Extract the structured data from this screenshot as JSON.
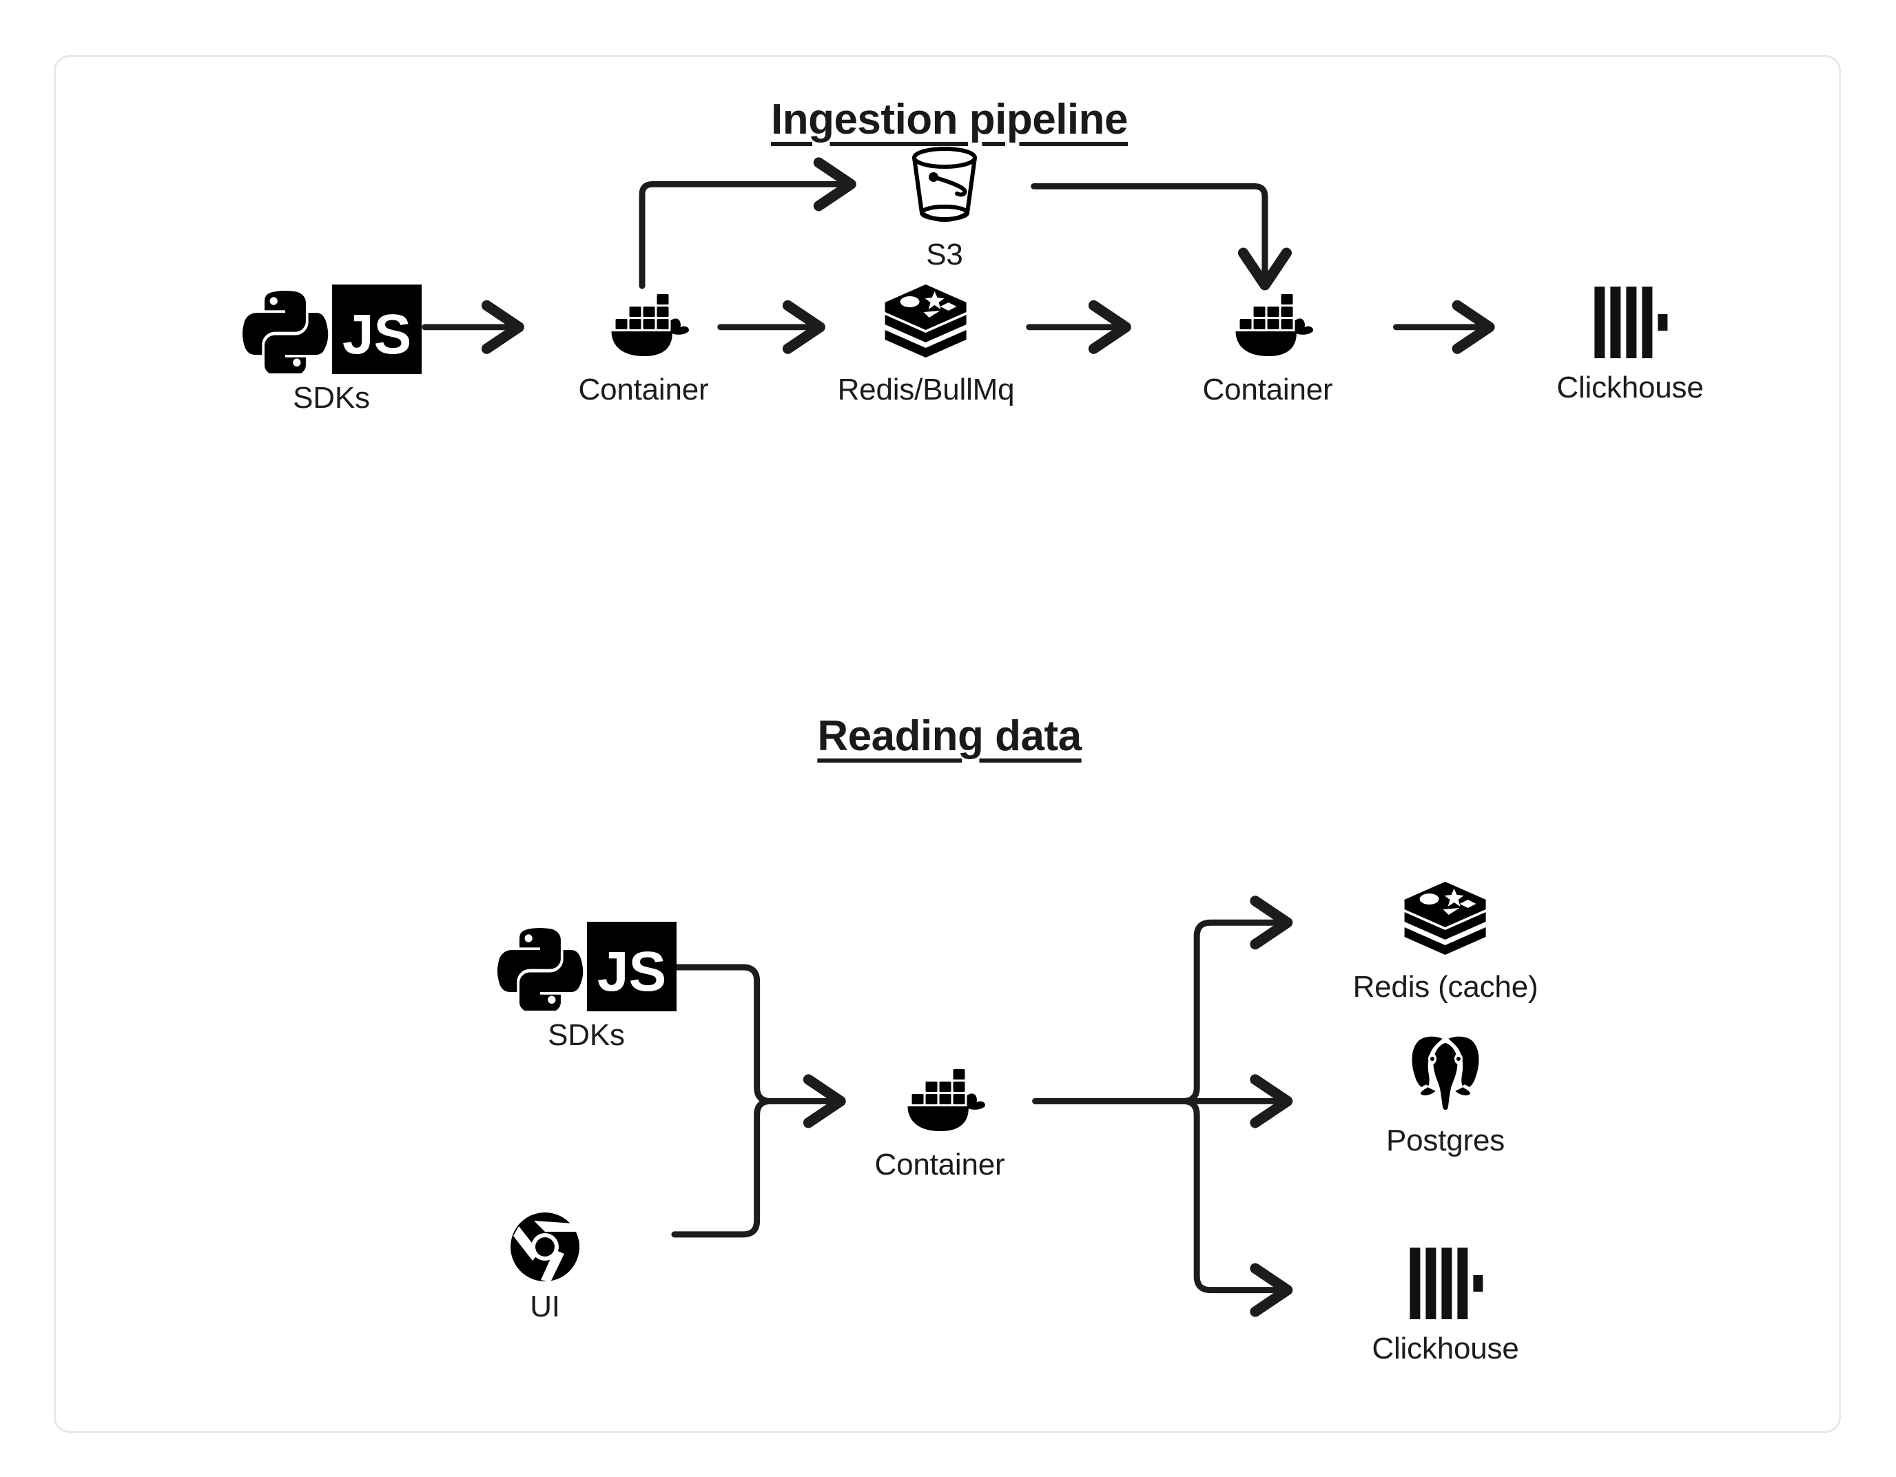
{
  "card": {
    "border_color": "#e8e8e8",
    "background": "#ffffff"
  },
  "colors": {
    "ink": "#1a1a1a",
    "stroke": "#1c1c1c",
    "icon": "#000000",
    "border": "#e8e8e8"
  },
  "sections": [
    {
      "id": "ingestion",
      "title": "Ingestion pipeline",
      "nodes": [
        {
          "id": "sdks-1",
          "label": "SDKs",
          "icons": [
            "python-icon",
            "javascript-icon"
          ]
        },
        {
          "id": "container-1",
          "label": "Container",
          "icons": [
            "docker-icon"
          ]
        },
        {
          "id": "s3",
          "label": "S3",
          "icons": [
            "bucket-icon"
          ]
        },
        {
          "id": "redis-bullmq",
          "label": "Redis/BullMq",
          "icons": [
            "redis-icon"
          ]
        },
        {
          "id": "container-2",
          "label": "Container",
          "icons": [
            "docker-icon"
          ]
        },
        {
          "id": "clickhouse-1",
          "label": "Clickhouse",
          "icons": [
            "clickhouse-icon"
          ]
        }
      ],
      "edges": [
        {
          "from": "sdks-1",
          "to": "container-1",
          "style": "straight"
        },
        {
          "from": "container-1",
          "to": "s3",
          "style": "up-then-right"
        },
        {
          "from": "container-1",
          "to": "redis-bullmq",
          "style": "straight"
        },
        {
          "from": "s3",
          "to": "container-2",
          "style": "right-then-down"
        },
        {
          "from": "redis-bullmq",
          "to": "container-2",
          "style": "straight"
        },
        {
          "from": "container-2",
          "to": "clickhouse-1",
          "style": "straight"
        }
      ]
    },
    {
      "id": "reading",
      "title": "Reading data",
      "nodes": [
        {
          "id": "sdks-2",
          "label": "SDKs",
          "icons": [
            "python-icon",
            "javascript-icon"
          ]
        },
        {
          "id": "ui",
          "label": "UI",
          "icons": [
            "chrome-icon"
          ]
        },
        {
          "id": "container-3",
          "label": "Container",
          "icons": [
            "docker-icon"
          ]
        },
        {
          "id": "redis-cache",
          "label": "Redis (cache)",
          "icons": [
            "redis-icon"
          ]
        },
        {
          "id": "postgres",
          "label": "Postgres",
          "icons": [
            "postgres-icon"
          ]
        },
        {
          "id": "clickhouse-2",
          "label": "Clickhouse",
          "icons": [
            "clickhouse-icon"
          ]
        }
      ],
      "edges": [
        {
          "from": "sdks-2",
          "to": "container-3",
          "style": "merge-from-top"
        },
        {
          "from": "ui",
          "to": "container-3",
          "style": "merge-from-bottom"
        },
        {
          "from": "container-3",
          "to": "redis-cache",
          "style": "branch-up"
        },
        {
          "from": "container-3",
          "to": "postgres",
          "style": "branch-straight"
        },
        {
          "from": "container-3",
          "to": "clickhouse-2",
          "style": "branch-down"
        }
      ]
    }
  ],
  "labels": {
    "js_badge_text": "JS"
  }
}
